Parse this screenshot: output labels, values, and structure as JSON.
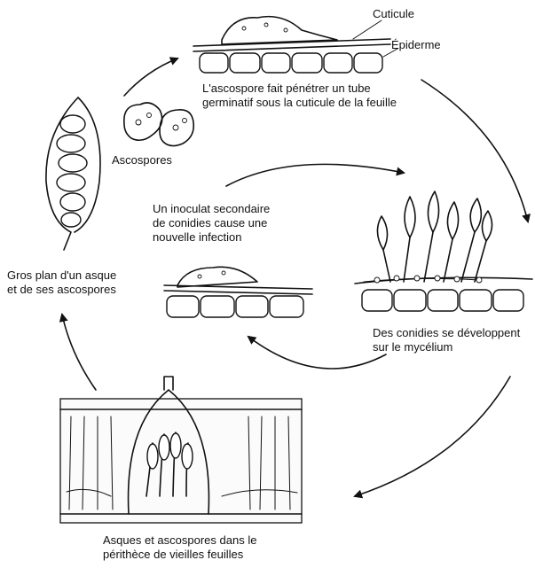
{
  "labels": {
    "cuticle": "Cuticule",
    "epidermis": "Épiderme",
    "penetration": "L'ascospore fait pénétrer un tube\ngerminatif sous la cuticule de la feuille",
    "ascospores": "Ascospores",
    "secondary": "Un inoculat secondaire\nde conidies cause une\nnouvelle infection",
    "closeup": "Gros plan d'un asque\net de ses ascospores",
    "conidia": "Des conidies se développent\nsur le mycélium",
    "perithecium": "Asques et ascospores dans le\npérithèce de vieilles feuilles"
  },
  "colors": {
    "ink": "#111111",
    "paper": "#ffffff"
  }
}
